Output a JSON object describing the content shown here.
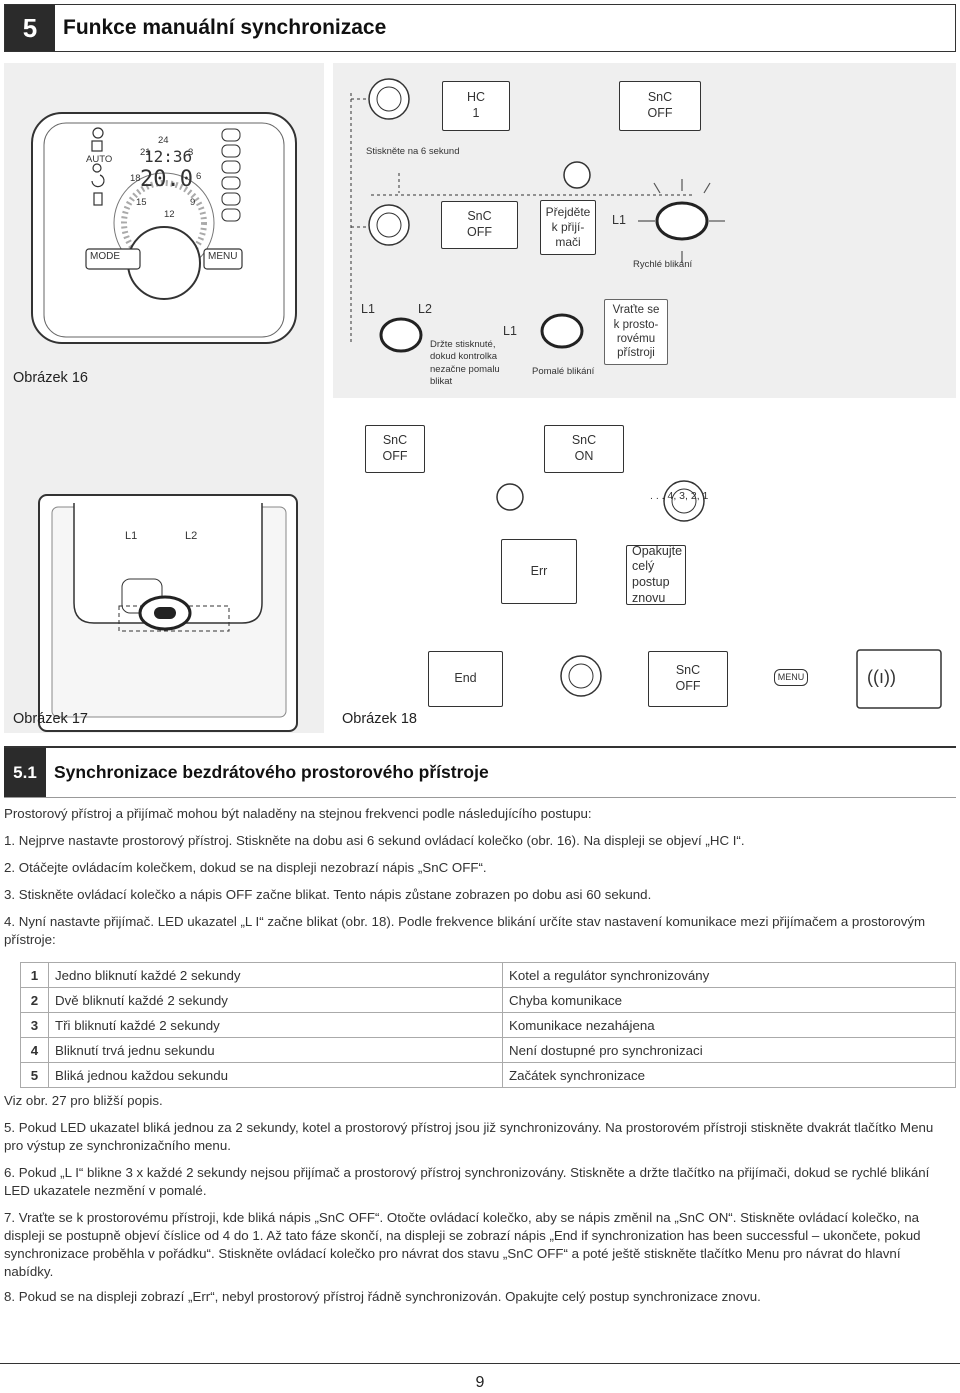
{
  "header": {
    "number": "5",
    "title": "Funkce manuální synchronizace"
  },
  "figure16": {
    "caption": "Obrázek 16",
    "device": {
      "clock": "12:36",
      "temp": "20.0",
      "mode_btn": "MODE",
      "menu_btn": "MENU",
      "auto": "AUTO",
      "scale": [
        "24",
        "3",
        "6",
        "9",
        "12",
        "15",
        "18",
        "21"
      ]
    },
    "hc_box": {
      "line1": "HC",
      "line2": "1"
    },
    "snc_off_top": {
      "line1": "SnC",
      "line2": "OFF"
    },
    "press_6s": "Stiskněte na 6 sekund",
    "snc_off_blink": {
      "line1": "SnC",
      "line2": "OFF"
    },
    "goto_receiver": {
      "lines": [
        "Přejděte",
        "k přijí-",
        "mači"
      ]
    },
    "l1_label": "L1",
    "fast_blink": "Rychlé blikání",
    "l1_left": "L1",
    "l2_left": "L2",
    "hold_text": [
      "Držte stisknuté,",
      "dokud kontrolka",
      "nezačne pomalu",
      "blikat"
    ],
    "l1_mid": "L1",
    "slow_blink": "Pomalé blikání",
    "return_text": [
      "Vraťte se",
      "k prosto-",
      "rovému",
      "přístroji"
    ]
  },
  "figure17": {
    "caption": "Obrázek 17",
    "l1": "L1",
    "l2": "L2"
  },
  "figure18": {
    "caption": "Obrázek 18",
    "snc_off": {
      "line1": "SnC",
      "line2": "OFF"
    },
    "snc_on": {
      "line1": "SnC",
      "line2": "ON"
    },
    "countdown": ". . . 4,  3,  2,  1",
    "err": "Err",
    "repeat_text": [
      "Opakujte",
      "celý",
      "postup",
      "znovu"
    ],
    "end": "End",
    "snc_off_end": {
      "line1": "SnC",
      "line2": "OFF"
    },
    "menu": "MENU"
  },
  "section": {
    "number": "5.1",
    "title": "Synchronizace bezdrátového prostorového přístroje",
    "intro": "Prostorový přístroj a přijímač mohou být naladěny na stejnou frekvenci podle následujícího postupu:",
    "steps": {
      "s1": "1. Nejprve nastavte prostorový přístroj. Stiskněte na dobu asi 6 sekund ovládací kolečko (obr. 16). Na displeji se objeví „HC I“.",
      "s2": "2. Otáčejte ovládacím kolečkem, dokud se na displeji nezobrazí nápis „SnC OFF“.",
      "s3": "3. Stiskněte ovládací kolečko a nápis OFF začne blikat. Tento nápis zůstane zobrazen po dobu asi 60 sekund.",
      "s4": "4. Nyní nastavte přijímač. LED ukazatel „L I“ začne blikat (obr. 18). Podle frekvence blikání určíte stav nastavení komunikace mezi přijímačem a prostorovým přístroje:",
      "see": "Viz obr. 27 pro bližší popis.",
      "s5": "5. Pokud LED ukazatel bliká jednou za 2 sekundy, kotel a prostorový přístroj jsou již synchronizovány. Na prostorovém přístroji stiskněte dvakrát tlačítko Menu pro výstup ze synchronizačního menu.",
      "s6": "6. Pokud „L I“ blikne 3 x každé 2 sekundy nejsou přijímač a prostorový přístroj synchronizovány. Stiskněte a držte tlačítko na přijímači, dokud se rychlé blikání LED ukazatele nezmění v pomalé.",
      "s7": "7. Vraťte se k prostorovému přístroji, kde bliká nápis „SnC OFF“. Otočte ovládací kolečko, aby se nápis změnil na „SnC ON“. Stiskněte ovládací kolečko, na displeji se postupně objeví číslice od 4 do 1. Až tato fáze skončí, na displeji se zobrazí nápis „End if synchronization has been successful – ukončete, pokud synchronizace proběhla v pořádku“. Stiskněte ovládací kolečko pro návrat dos stavu „SnC OFF“ a poté ještě stiskněte tlačítko Menu pro návrat do hlavní nabídky.",
      "s8": "8. Pokud se na displeji zobrazí „Err“, nebyl prostorový přístroj řádně synchronizován. Opakujte celý postup synchronizace znovu."
    },
    "table": [
      {
        "n": "1",
        "a": "Jedno bliknutí každé 2 sekundy",
        "b": "Kotel a regulátor synchronizovány"
      },
      {
        "n": "2",
        "a": "Dvě bliknutí každé 2 sekundy",
        "b": "Chyba komunikace"
      },
      {
        "n": "3",
        "a": "Tři bliknutí každé 2 sekundy",
        "b": "Komunikace nezahájena"
      },
      {
        "n": "4",
        "a": "Bliknutí trvá jednu sekundu",
        "b": "Není dostupné pro synchronizaci"
      },
      {
        "n": "5",
        "a": "Bliká jednou každou sekundu",
        "b": "Začátek synchronizace"
      }
    ]
  },
  "page_number": "9"
}
